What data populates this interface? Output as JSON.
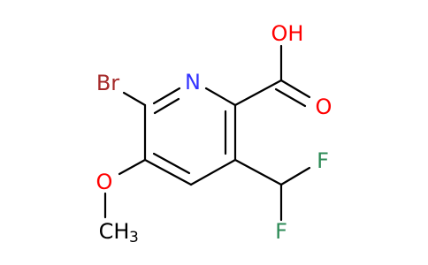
{
  "atoms": {
    "nitrogen": "N",
    "bromine": "Br",
    "carboxyl_oxygen_double": "O",
    "carboxyl_hydroxyl": "OH",
    "methoxy_oxygen": "O",
    "methyl_group": "CH",
    "methyl_subscript": "3",
    "fluorine_top": "F",
    "fluorine_bottom": "F"
  },
  "colors": {
    "nitrogen": "#3333ff",
    "bromine": "#a52a2a",
    "oxygen": "#ff0000",
    "fluorine": "#2e8b57",
    "carbon_bonds": "#000000"
  }
}
